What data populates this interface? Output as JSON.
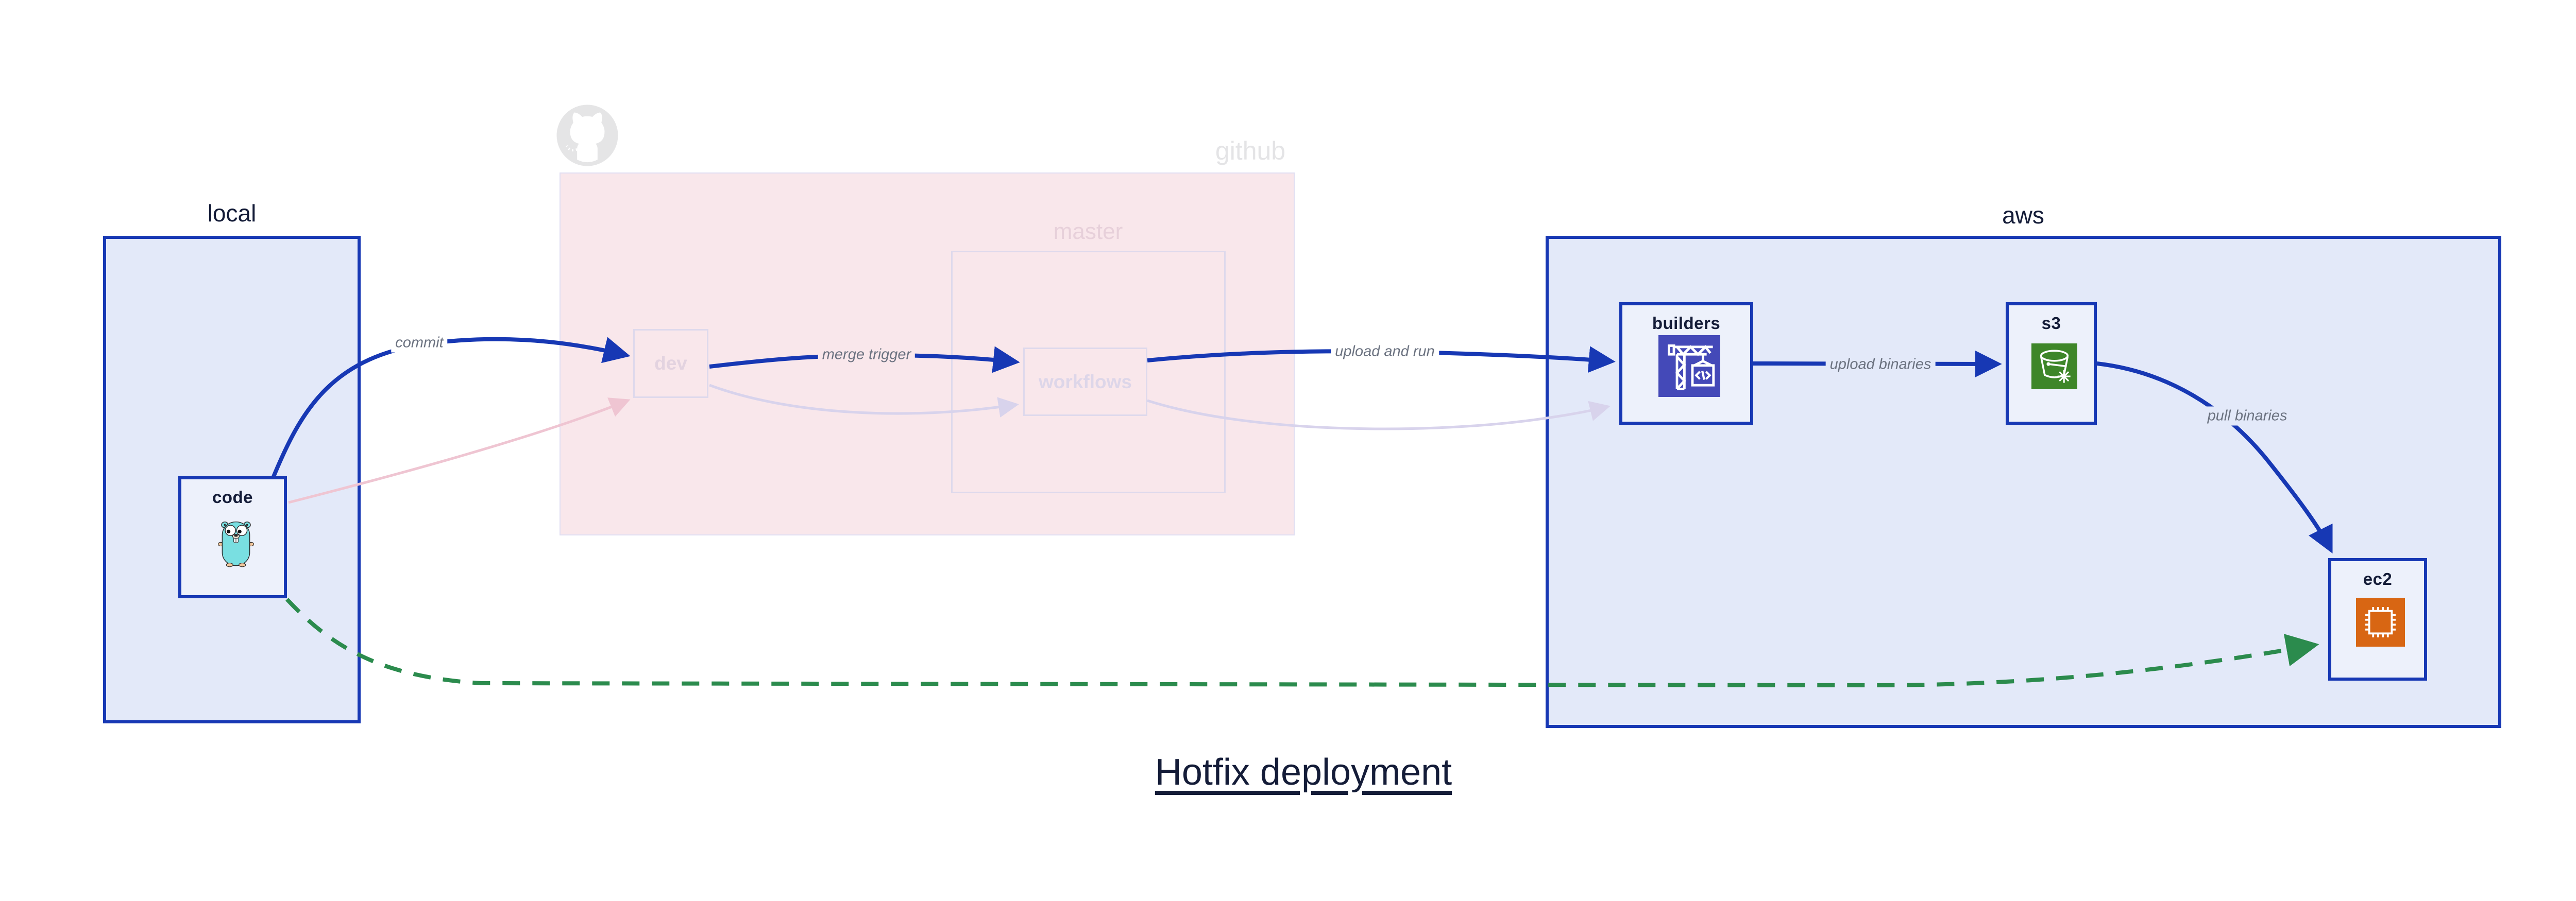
{
  "title": "Hotfix deployment",
  "containers": {
    "local": {
      "label": "local"
    },
    "github": {
      "label": "github"
    },
    "master": {
      "label": "master"
    },
    "aws": {
      "label": "aws"
    }
  },
  "nodes": {
    "code": {
      "label": "code",
      "icon": "gopher-icon"
    },
    "dev": {
      "label": "dev",
      "faded": true
    },
    "workflows": {
      "label": "workflows",
      "faded": true
    },
    "builders": {
      "label": "builders",
      "icon": "codebuild-crane-icon"
    },
    "s3": {
      "label": "s3",
      "icon": "s3-bucket-snowflake-icon"
    },
    "ec2": {
      "label": "ec2",
      "icon": "ec2-chip-icon"
    }
  },
  "edges": {
    "commit": {
      "label": "commit",
      "from": "code",
      "to": "dev",
      "style": "solid-blue"
    },
    "merge_trigger": {
      "label": "merge trigger",
      "from": "dev",
      "to": "workflows",
      "style": "solid-blue"
    },
    "upload_and_run": {
      "label": "upload and run",
      "from": "workflows",
      "to": "builders",
      "style": "solid-blue"
    },
    "upload_binaries": {
      "label": "upload binaries",
      "from": "builders",
      "to": "s3",
      "style": "solid-blue"
    },
    "pull_binaries": {
      "label": "pull binaries",
      "from": "s3",
      "to": "ec2",
      "style": "solid-blue"
    },
    "hotfix_path": {
      "label": "",
      "from": "code",
      "to": "ec2",
      "style": "dashed-green"
    },
    "faded_code_dev": {
      "label": "",
      "from": "code",
      "to": "dev",
      "style": "faded-pink"
    },
    "faded_dev_workflows": {
      "label": "",
      "from": "dev",
      "to": "workflows",
      "style": "faded-lavender"
    },
    "faded_workflows_builders": {
      "label": "",
      "from": "workflows",
      "to": "builders",
      "style": "faded-lavender"
    }
  },
  "colors": {
    "accent_blue": "#1738b4",
    "hotfix_green": "#2b8b4d",
    "container_fill": "#e3e9f9",
    "node_fill": "#edf1fb",
    "github_pink": "#f9e7eb",
    "faded_border": "#ded9ec",
    "edge_label_gray": "#6b7280",
    "title_navy": "#141c38",
    "builders_icon_bg": "#4449b8",
    "s3_icon_bg": "#3e8629",
    "ec2_icon_bg": "#d86613",
    "gopher_teal": "#79dfe1"
  }
}
